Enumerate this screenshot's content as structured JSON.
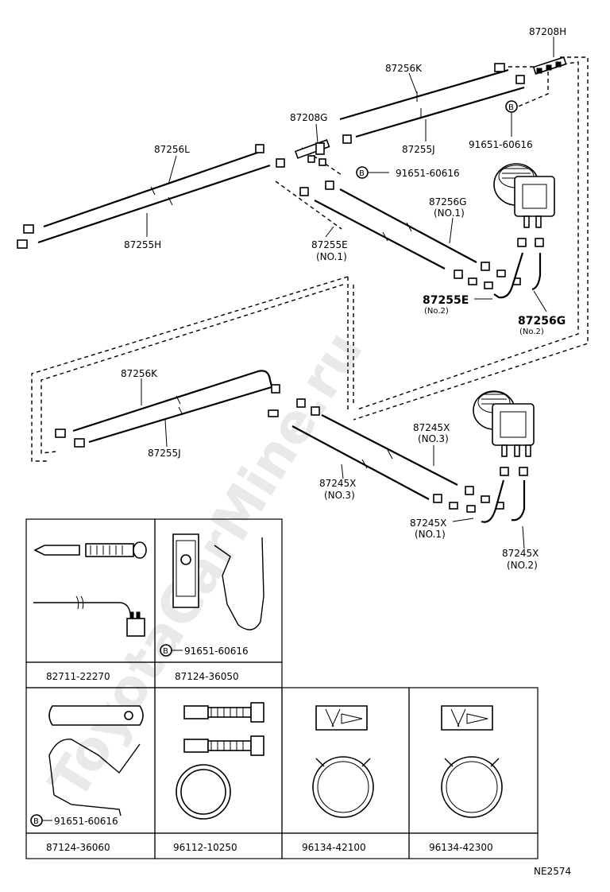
{
  "upper_labels": {
    "p87208H": "87208H",
    "p87256K": "87256K",
    "p87208G": "87208G",
    "p91651_a": "91651-60616",
    "p87255J": "87255J",
    "p87256L": "87256L",
    "p91651_b": "91651-60616",
    "p87256G_no1": "87256G",
    "p87256G_no1_sub": "(NO.1)",
    "p87255H": "87255H",
    "p87255E_no1": "87255E",
    "p87255E_no1_sub": "(NO.1)",
    "p87255E_no2": "87255E",
    "p87255E_no2_sub": "(No.2)",
    "p87256G_no2": "87256G",
    "p87256G_no2_sub": "(No.2)",
    "b_marker": "B"
  },
  "lower_labels": {
    "p87256K": "87256K",
    "p87255J": "87255J",
    "p87245X_no3_a": "87245X",
    "p87245X_no3_a_sub": "(NO.3)",
    "p87245X_no3_b": "87245X",
    "p87245X_no3_b_sub": "(NO.3)",
    "p87245X_no1": "87245X",
    "p87245X_no1_sub": "(NO.1)",
    "p87245X_no2": "87245X",
    "p87245X_no2_sub": "(NO.2)"
  },
  "table": {
    "row1": [
      {
        "part": "82711-22270",
        "note": ""
      },
      {
        "part": "87124-36050",
        "note": "B",
        "note_part": "91651-60616"
      }
    ],
    "row2": [
      {
        "part": "87124-36060",
        "note": "B",
        "note_part": "91651-60616"
      },
      {
        "part": "96112-10250"
      },
      {
        "part": "96134-42100"
      },
      {
        "part": "96134-42300"
      }
    ]
  },
  "diagram_code": "NE2574",
  "watermark": "ToyotaCarMine.ru"
}
